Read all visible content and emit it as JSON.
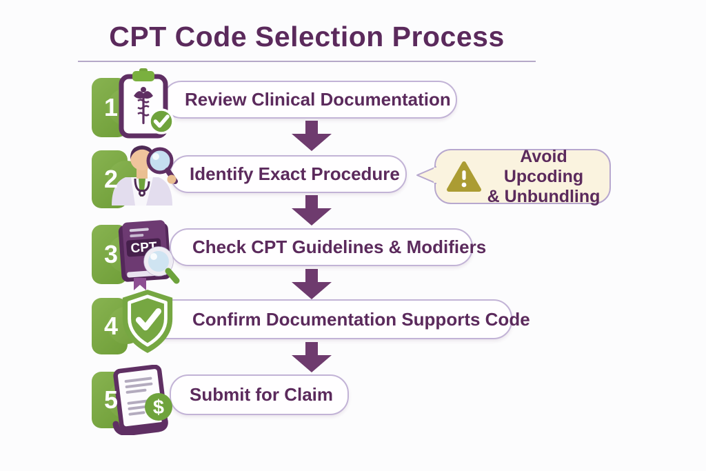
{
  "title": "CPT Code Selection Process",
  "steps": [
    {
      "number": "1",
      "label": "Review Clinical Documentation",
      "icon": "clipboard-caduceus-icon"
    },
    {
      "number": "2",
      "label": "Identify Exact Procedure",
      "icon": "doctor-magnifier-icon"
    },
    {
      "number": "3",
      "label": "Check CPT Guidelines & Modifiers",
      "icon": "cpt-book-magnifier-icon"
    },
    {
      "number": "4",
      "label": "Confirm Documentation Supports Code",
      "icon": "shield-check-icon"
    },
    {
      "number": "5",
      "label": "Submit for Claim",
      "icon": "claim-document-dollar-icon"
    }
  ],
  "callout": {
    "line1": "Avoid Upcoding",
    "line2": "& Unbundling",
    "icon": "warning-triangle-icon"
  },
  "icon_labels": {
    "book_text": "CPT",
    "dollar_sign": "$"
  },
  "colors": {
    "title_purple": "#5b2a5c",
    "icon_purple": "#5f2f63",
    "arrow_purple": "#6e3b6e",
    "step_green": "#7cab43",
    "check_green": "#6fa33c",
    "pill_border": "#c2b3d6",
    "pill_background": "#fffeff",
    "callout_background": "#faf3df",
    "callout_border": "#b7a7ce",
    "warning_olive": "#ab9c33",
    "lens_blue": "#c5def0"
  }
}
